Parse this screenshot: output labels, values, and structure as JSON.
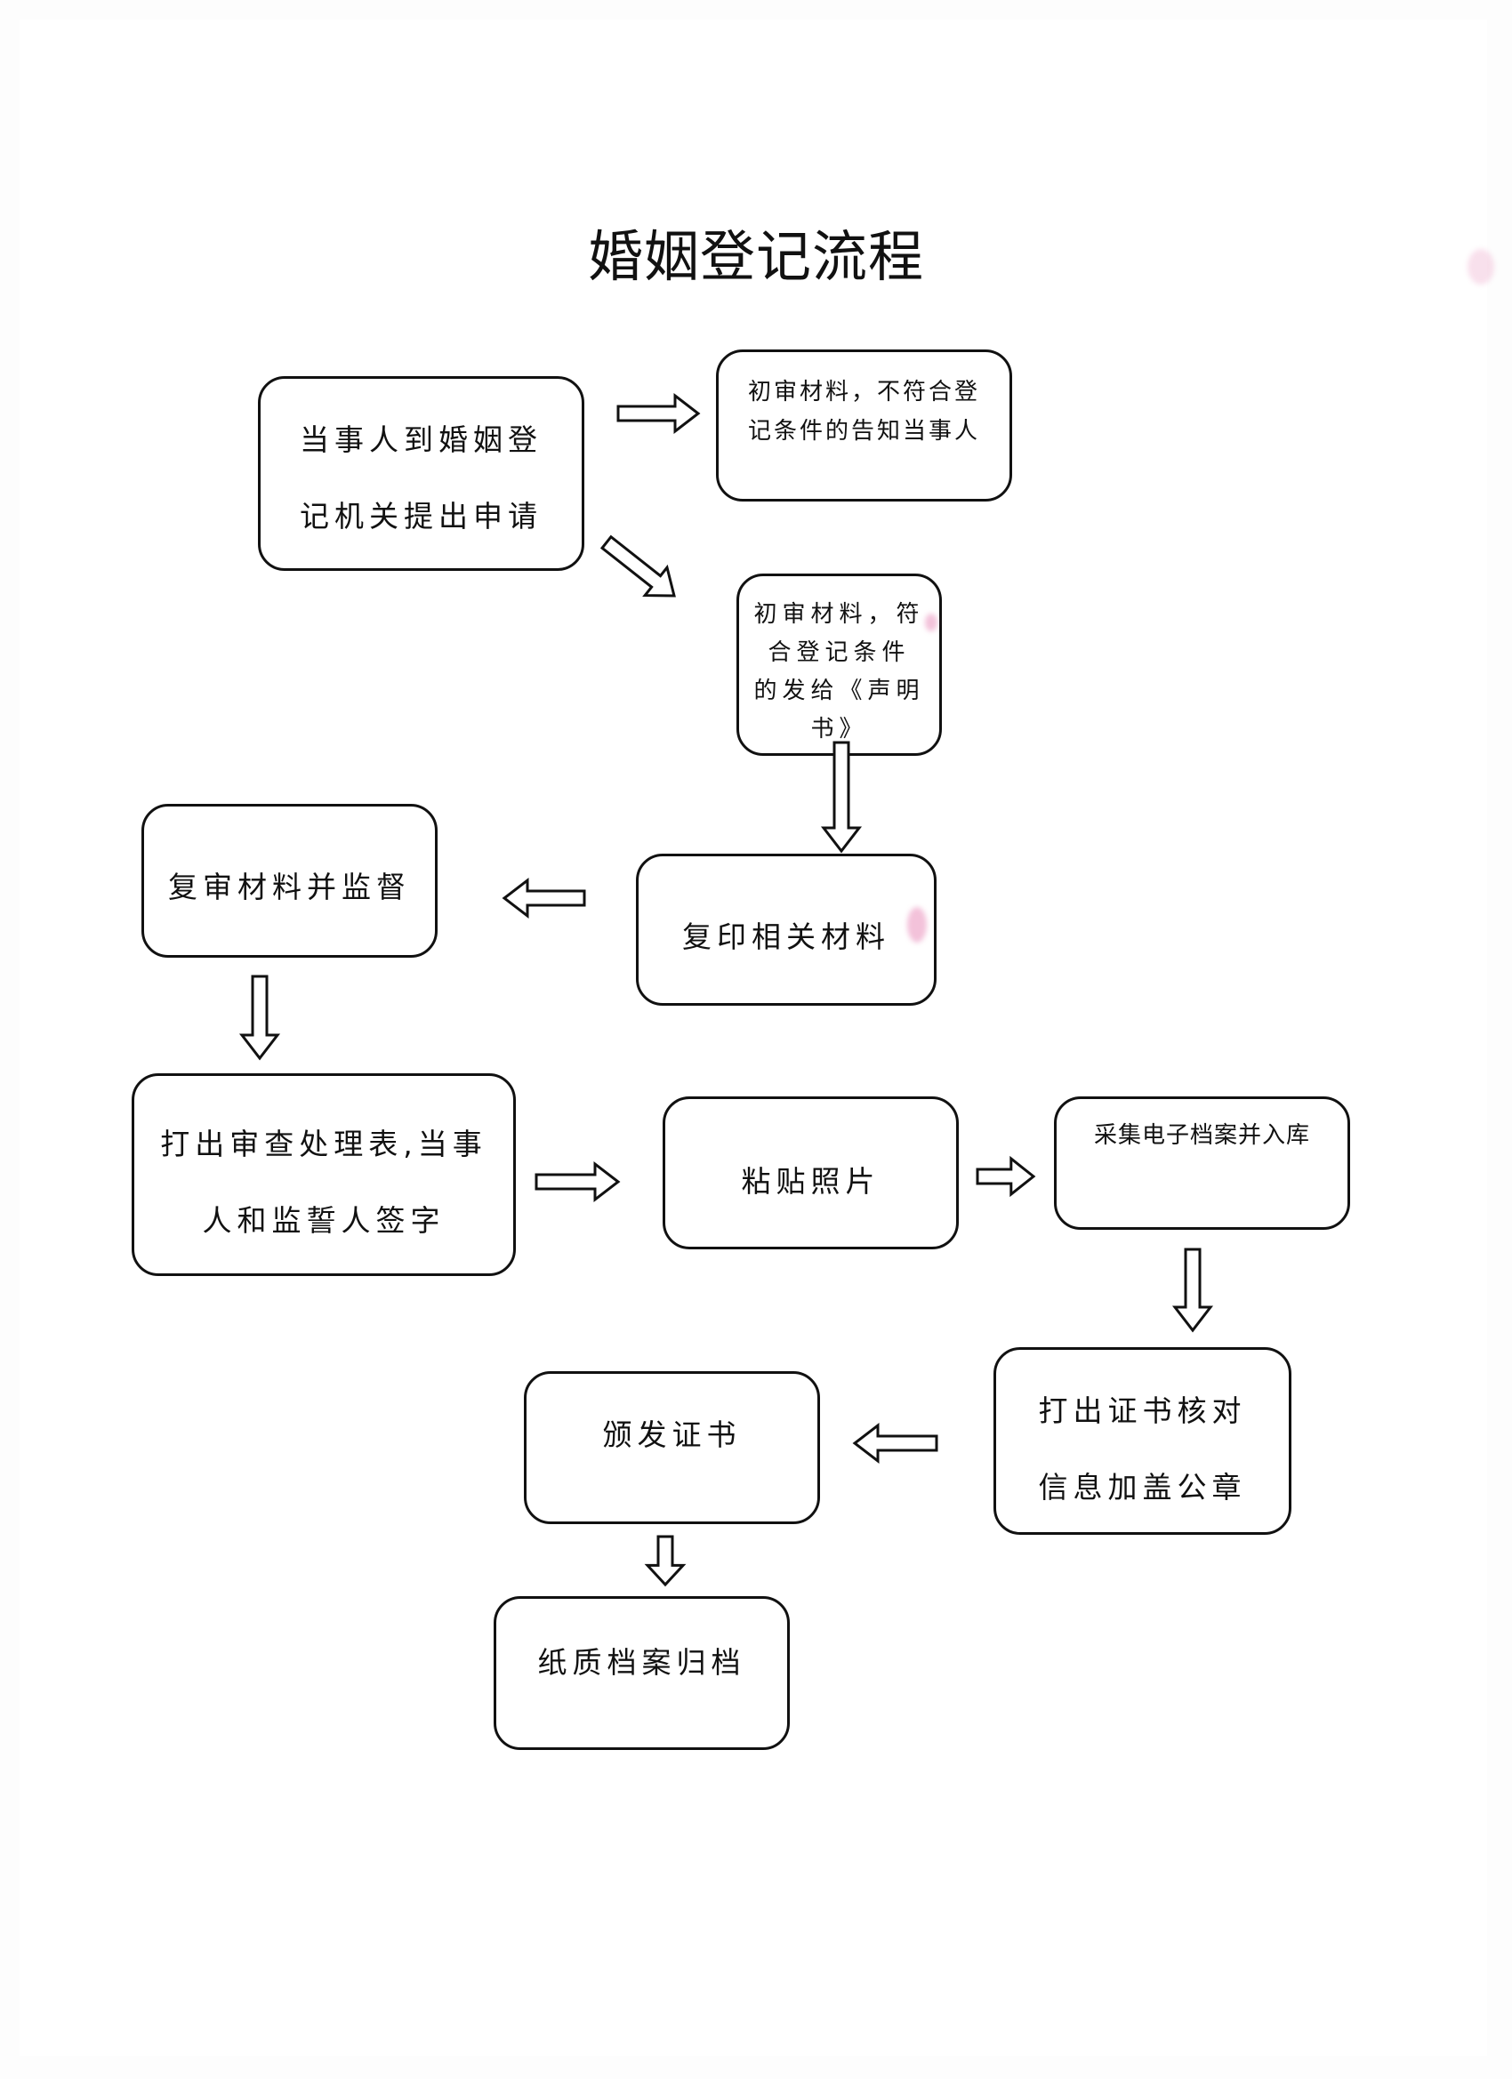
{
  "title": "婚姻登记流程",
  "steps": {
    "apply": [
      "当事人到婚姻登",
      "记机关提出申请"
    ],
    "reject": [
      "初审材料，不符合登",
      "记条件的告知当事人"
    ],
    "accept": [
      "初审材料，符",
      "合登记条件",
      "的发给《声明",
      "书》"
    ],
    "copy": "复印相关材料",
    "review": "复审材料并监督",
    "print_form": [
      "打出审查处理表,当事",
      "人和监誓人签字"
    ],
    "photo": "粘贴照片",
    "archive_e": "采集电子档案并入库",
    "print_cert": [
      "打出证书核对",
      "信息加盖公章"
    ],
    "issue": "颁发证书",
    "archive_p": "纸质档案归档"
  },
  "colors": {
    "stroke": "#111111",
    "stain": "#d94c96"
  }
}
